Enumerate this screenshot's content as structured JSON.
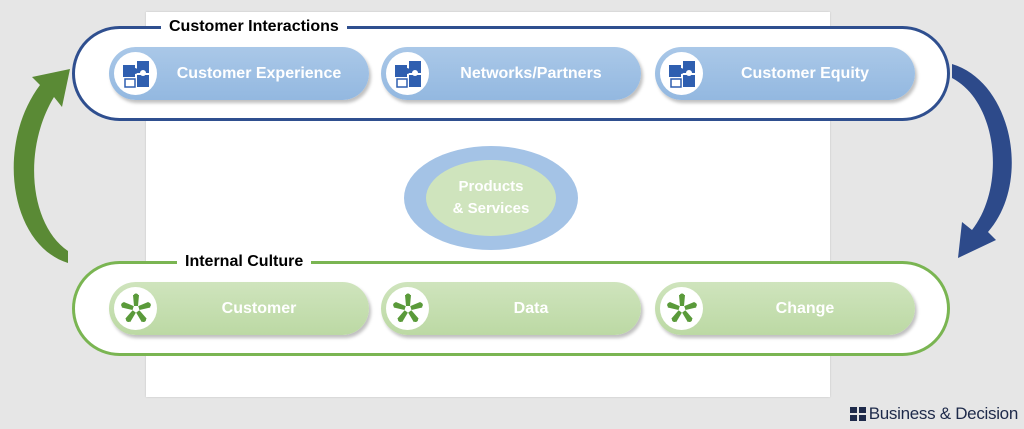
{
  "customer_interactions": {
    "title": "Customer Interactions",
    "items": [
      {
        "label": "Customer Experience",
        "icon": "puzzle-icon"
      },
      {
        "label": "Networks/Partners",
        "icon": "puzzle-icon"
      },
      {
        "label": "Customer Equity",
        "icon": "puzzle-icon"
      }
    ]
  },
  "center": {
    "line1": "Products",
    "line2": "& Services"
  },
  "internal_culture": {
    "title": "Internal Culture",
    "items": [
      {
        "label": "Customer",
        "icon": "teamwork-hands-icon"
      },
      {
        "label": "Data",
        "icon": "teamwork-hands-icon"
      },
      {
        "label": "Change",
        "icon": "teamwork-hands-icon"
      }
    ]
  },
  "logo": {
    "text": "Business & Decision"
  },
  "colors": {
    "blue_border": "#2f4f8f",
    "blue_pill": "#93b8e0",
    "green_border": "#7ab552",
    "green_pill": "#bcd9a4",
    "left_arrow": "#5a8a35",
    "right_arrow": "#2d4a8a"
  }
}
